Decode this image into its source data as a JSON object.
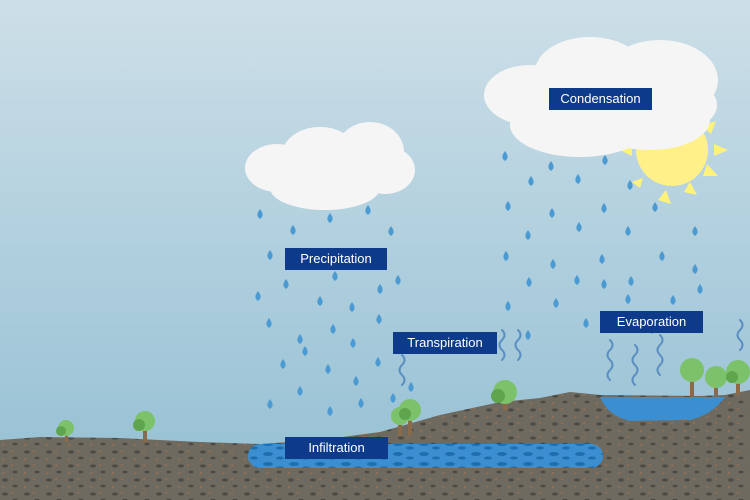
{
  "labels": {
    "condensation": "Condensation",
    "precipitation": "Precipitation",
    "transpiration": "Transpiration",
    "evaporation": "Evaporation",
    "infiltration": "Infiltration"
  },
  "colors": {
    "sky_top": "#c9dde6",
    "sky_bottom": "#98c2d5",
    "cloud": "#f4f4f4",
    "sun": "#fff27a",
    "raindrop": "#4c9ad2",
    "ground": "#6f6a60",
    "ground_dark": "#5a564e",
    "water": "#3b8fd0",
    "tree_leaf": "#7cc26a",
    "tree_trunk": "#8a6a48",
    "vapor": "#5b8fc2",
    "label_bg": "#0d3b8a",
    "label_text": "#ffffff"
  },
  "icons": [
    "cloud-icon",
    "sun-icon",
    "raindrop-icon",
    "tree-icon",
    "vapor-wave-icon"
  ]
}
